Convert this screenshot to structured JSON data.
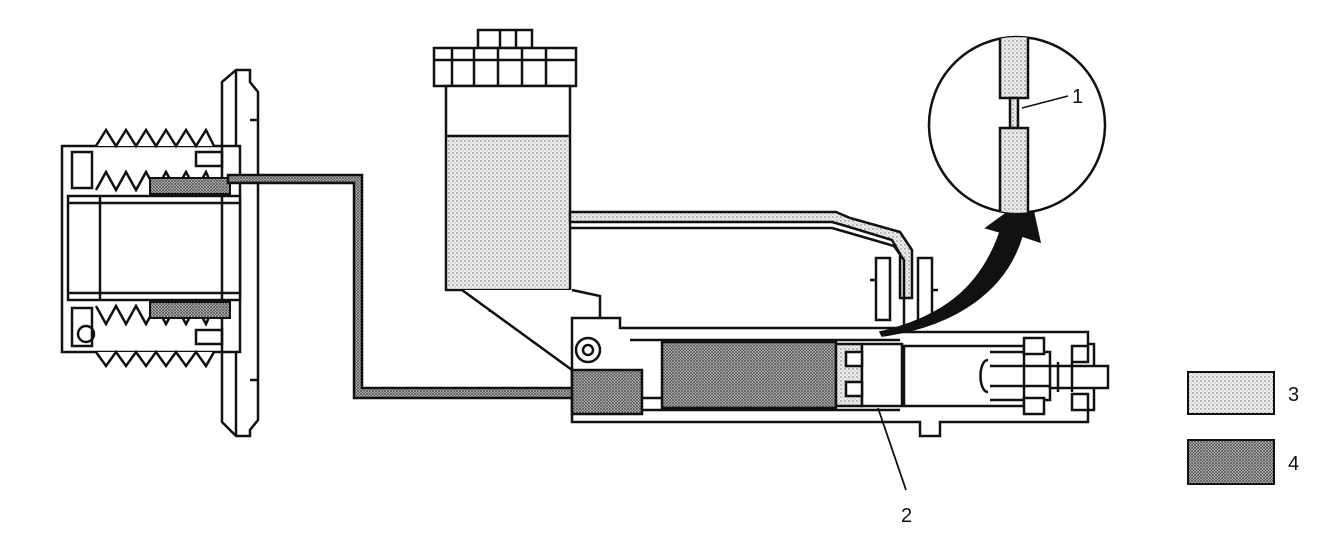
{
  "callouts": {
    "c1": "1",
    "c2": "2",
    "c3": "3",
    "c4": "4"
  },
  "legend": {
    "light_fill_color": "#e4e4e4",
    "dark_fill_color": "#8f8f8f"
  },
  "colors": {
    "line": "#111111",
    "background": "#ffffff"
  }
}
